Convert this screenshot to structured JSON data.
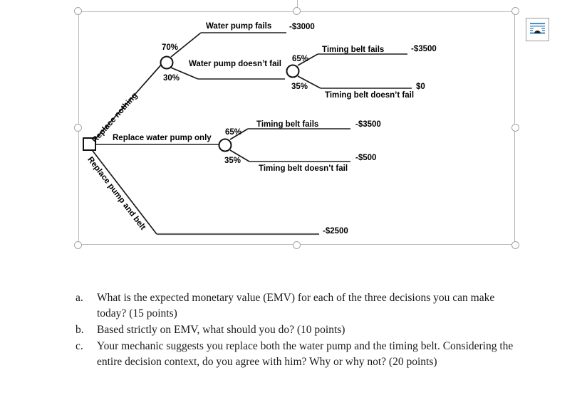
{
  "document": {
    "selected_object": {
      "name": "decision-tree-image",
      "handles": [
        "top-left",
        "top-middle",
        "top-right",
        "middle-left",
        "middle-right",
        "bottom-left",
        "bottom-middle",
        "bottom-right"
      ]
    },
    "layout_options_button": {
      "label": "Layout Options",
      "icon": "text-wrap-square-icon",
      "accent_color": "#4a90c4"
    }
  },
  "chart_data": {
    "type": "diagram",
    "subtype": "decision-tree",
    "title": "",
    "root": {
      "node_type": "decision",
      "symbol": "square"
    },
    "branches": [
      {
        "id": "replace-nothing",
        "label": "Replace nothing",
        "rotated": true,
        "node_type": "chance",
        "symbol": "circle",
        "outcomes": [
          {
            "label": "Water pump fails",
            "probability": "70%",
            "payoff": "-$3000",
            "terminal": true
          },
          {
            "label": "Water pump doesn’t fail",
            "probability": "30%",
            "terminal": false,
            "node_type": "chance",
            "symbol": "circle",
            "outcomes": [
              {
                "label": "Timing belt fails",
                "probability": "65%",
                "payoff": "-$3500"
              },
              {
                "label": "Timing belt doesn’t fail",
                "probability": "35%",
                "payoff": "$0"
              }
            ]
          }
        ]
      },
      {
        "id": "replace-water-pump-only",
        "label": "Replace water pump only",
        "rotated": false,
        "node_type": "chance",
        "symbol": "circle",
        "outcomes": [
          {
            "label": "Timing belt fails",
            "probability": "65%",
            "payoff": "-$3500"
          },
          {
            "label": "Timing belt doesn’t fail",
            "probability": "35%",
            "payoff": "-$500"
          }
        ]
      },
      {
        "id": "replace-pump-and-belt",
        "label": "Replace pump and belt",
        "rotated": true,
        "node_type": "terminal",
        "payoff": "-$2500"
      }
    ]
  },
  "questions": [
    {
      "marker": "a.",
      "text": "What is the expected monetary value (EMV) for each of the three decisions you can make today? (15 points)"
    },
    {
      "marker": "b.",
      "text": "Based strictly on EMV, what should you do? (10 points)"
    },
    {
      "marker": "c.",
      "text": "Your mechanic suggests you replace both the water pump and the timing belt.  Considering the entire decision context, do you agree with him?  Why or why not? (20 points)"
    }
  ]
}
